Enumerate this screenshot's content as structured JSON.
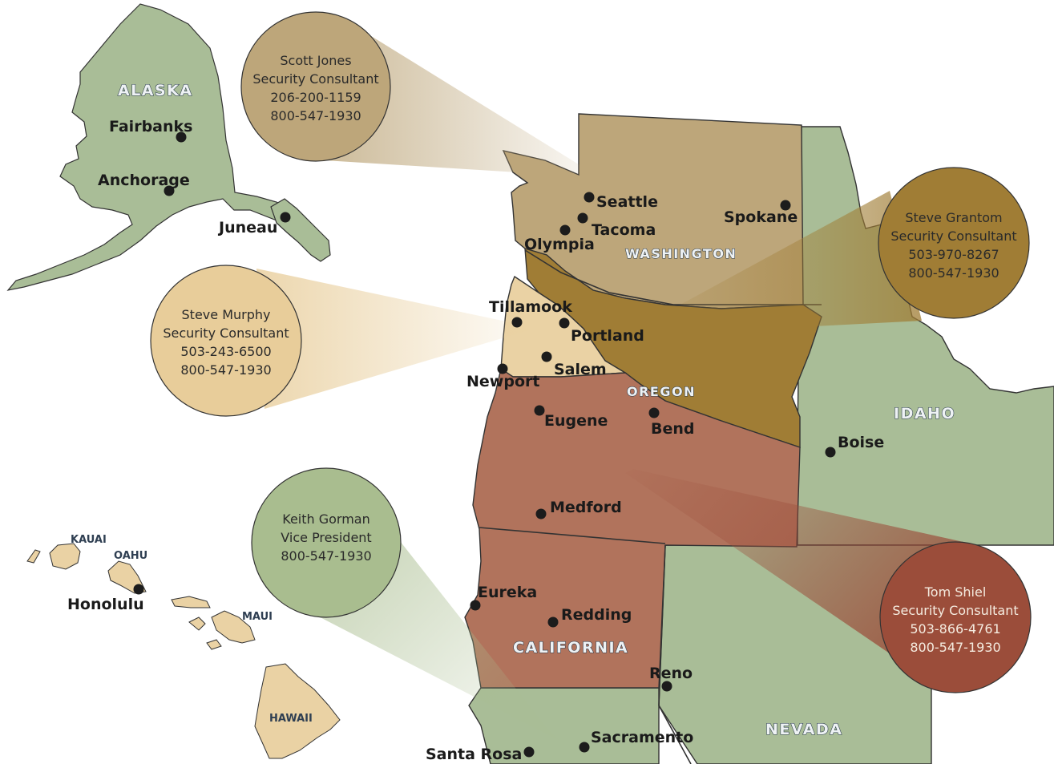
{
  "states": {
    "alaska": "ALASKA",
    "washington": "WASHINGTON",
    "oregon": "OREGON",
    "idaho": "IDAHO",
    "california": "CALIFORNIA",
    "nevada": "NEVADA"
  },
  "islands": {
    "kauai": "KAUAI",
    "oahu": "OAHU",
    "maui": "MAUI",
    "hawaii": "HAWAII"
  },
  "cities": {
    "fairbanks": "Fairbanks",
    "anchorage": "Anchorage",
    "juneau": "Juneau",
    "seattle": "Seattle",
    "tacoma": "Tacoma",
    "olympia": "Olympia",
    "spokane": "Spokane",
    "tillamook": "Tillamook",
    "portland": "Portland",
    "salem": "Salem",
    "newport": "Newport",
    "eugene": "Eugene",
    "bend": "Bend",
    "medford": "Medford",
    "boise": "Boise",
    "eureka": "Eureka",
    "redding": "Redding",
    "reno": "Reno",
    "sacramento": "Sacramento",
    "santa_rosa": "Santa Rosa",
    "honolulu": "Honolulu"
  },
  "contacts": {
    "scott": {
      "name": "Scott Jones",
      "title": "Security Consultant",
      "phone": "206-200-1159",
      "toll_free": "800-547-1930",
      "color": "#bda67a"
    },
    "grantom": {
      "name": "Steve Grantom",
      "title": "Security Consultant",
      "phone": "503-970-8267",
      "toll_free": "800-547-1930",
      "color": "#a07d35"
    },
    "murphy": {
      "name": "Steve Murphy",
      "title": "Security Consultant",
      "phone": "503-243-6500",
      "toll_free": "800-547-1930",
      "color": "#e8cd9a"
    },
    "gorman": {
      "name": "Keith Gorman",
      "title": "Vice President",
      "toll_free": "800-547-1930",
      "color": "#a9bd8f"
    },
    "shiel": {
      "name": "Tom Shiel",
      "title": "Security Consultant",
      "phone": "503-866-4761",
      "toll_free": "800-547-1930",
      "color": "#9b4d3a"
    }
  },
  "region_colors": {
    "alaska": "#a9bd97",
    "washington": "#bda67a",
    "north_oregon": "#a07d35",
    "coast_oregon": "#ead2a4",
    "south_oregon": "#b1735c",
    "idaho_nevada": "#a9bd97",
    "hawaii": "#ead2a4"
  }
}
